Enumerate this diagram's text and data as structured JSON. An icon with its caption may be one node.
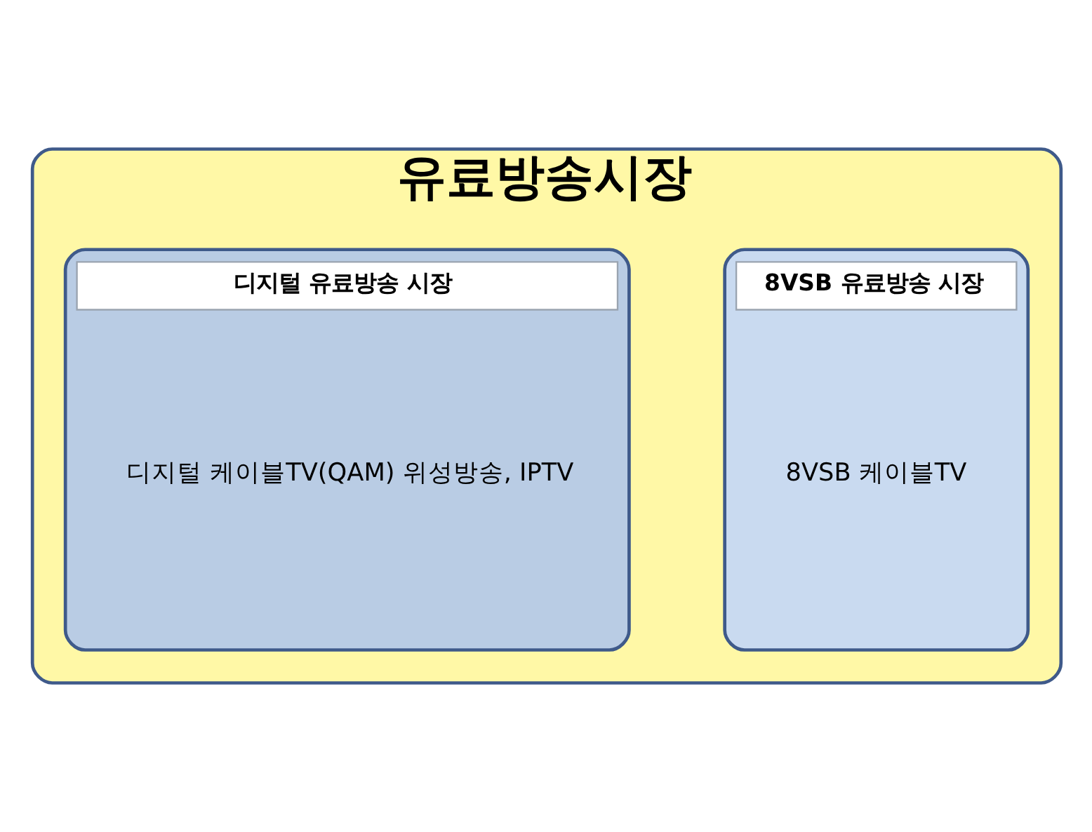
{
  "diagram": {
    "nodes": [
      {
        "text": [
          "유료방송시장"
        ]
      },
      {
        "text": [
          "8VSB 유료방송 시장",
          "8VSB 케이블TV"
        ],
        "in": 0
      },
      {
        "text": [
          "디지털 유료방송 시장",
          "디지털 케이블TV(QAM) 위성방송, IPTV"
        ],
        "in": 0
      }
    ]
  }
}
